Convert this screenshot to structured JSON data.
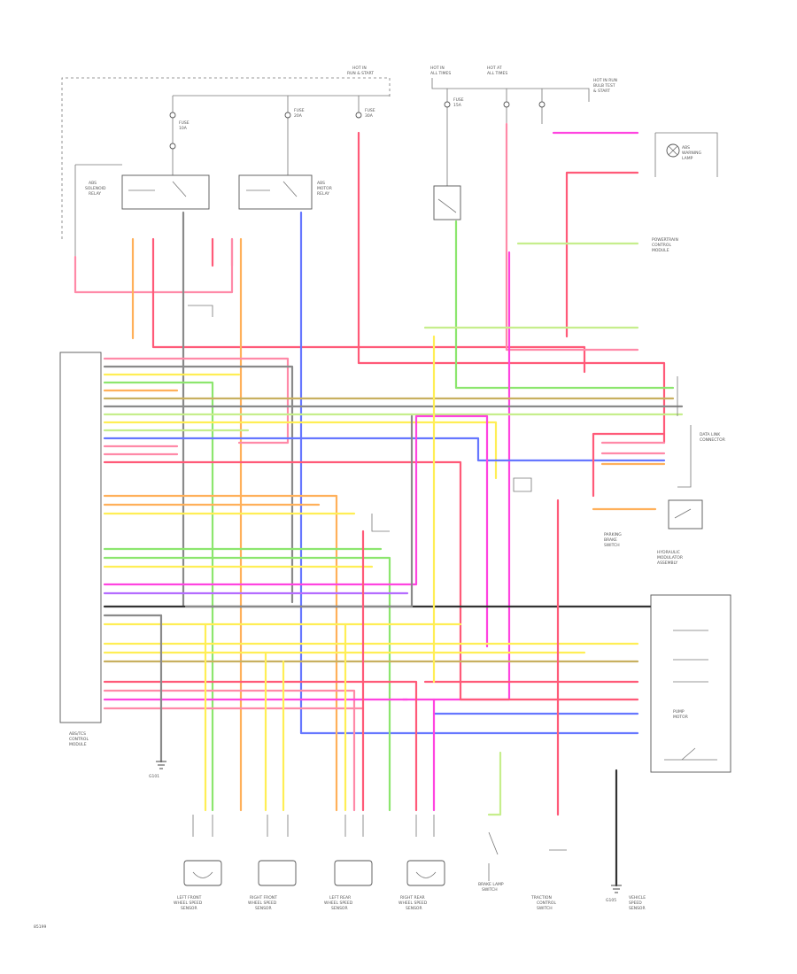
{
  "colors": {
    "pink": "#ff8aa8",
    "red": "#ff5a78",
    "magenta": "#ff44e0",
    "green": "#8ce66e",
    "yellow": "#ffee55",
    "orange": "#ffb05a",
    "blue": "#6677ff",
    "purple": "#b46cff",
    "gray": "#8a8a8a",
    "black": "#333333",
    "tan": "#c8b060",
    "lightgreen": "#c6ee8c"
  },
  "labels": {
    "ecu": [
      "ABS/TCS",
      "CONTROL",
      "MODULE"
    ],
    "relay_left": [
      "ABS",
      "SOLENOID",
      "RELAY"
    ],
    "relay_mid": [
      "ABS",
      "MOTOR",
      "RELAY"
    ],
    "fuse_top_a": [
      "HOT IN",
      "RUN & START"
    ],
    "fuse_top_b": [
      "HOT IN",
      "ALL TIMES"
    ],
    "fuse_top_c": [
      "HOT AT",
      "ALL TIMES"
    ],
    "fuse_top_d": [
      "HOT IN RUN",
      "BULB TEST",
      "& START"
    ],
    "fuse_f1": [
      "FUSE",
      "10A"
    ],
    "fuse_f2": [
      "FUSE",
      "20A"
    ],
    "fuse_f3": [
      "FUSE",
      "30A"
    ],
    "fuse_f4": [
      "FUSE",
      "15A"
    ],
    "warn_lamp": [
      "ABS",
      "WARNING",
      "LAMP"
    ],
    "brake_switch": [
      "BRAKE LAMP",
      "SWITCH"
    ],
    "speed_sensor": [
      "VEHICLE",
      "SPEED",
      "SENSOR"
    ],
    "hydraulic": [
      "HYDRAULIC",
      "MODULATOR",
      "ASSEMBLY"
    ],
    "pump_motor": [
      "PUMP",
      "MOTOR"
    ],
    "dlc": [
      "DATA LINK",
      "CONNECTOR"
    ],
    "pcm": [
      "POWERTRAIN",
      "CONTROL",
      "MODULE"
    ],
    "g1": [
      "G101"
    ],
    "g2": [
      "G105"
    ],
    "wss_lf": [
      "LEFT FRONT",
      "WHEEL SPEED",
      "SENSOR"
    ],
    "wss_rf": [
      "RIGHT FRONT",
      "WHEEL SPEED",
      "SENSOR"
    ],
    "wss_lr": [
      "LEFT REAR",
      "WHEEL SPEED",
      "SENSOR"
    ],
    "wss_rr": [
      "RIGHT REAR",
      "WHEEL SPEED",
      "SENSOR"
    ],
    "traction_sw": [
      "TRACTION",
      "CONTROL",
      "SWITCH"
    ],
    "park_brake": [
      "PARKING",
      "BRAKE",
      "SWITCH"
    ],
    "code": [
      "85199"
    ]
  }
}
